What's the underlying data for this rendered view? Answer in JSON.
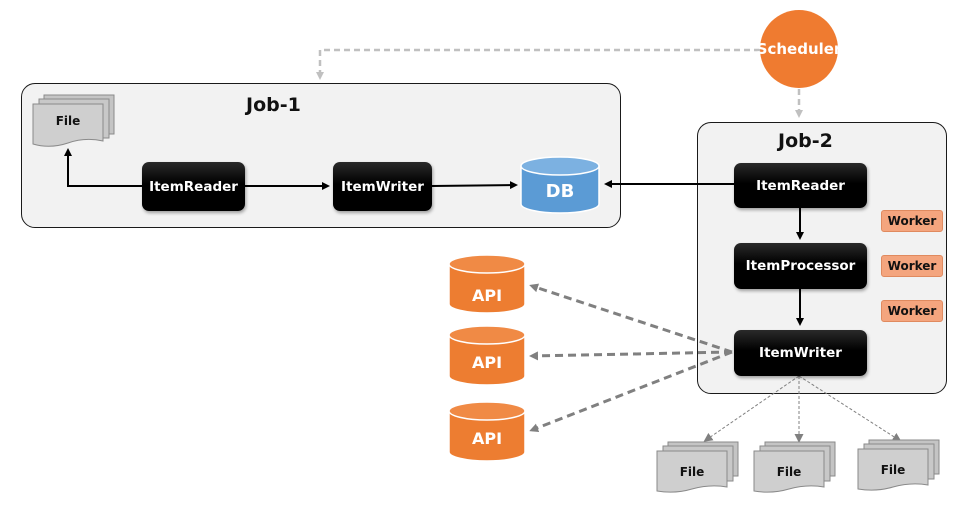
{
  "scheduler": {
    "label": "Scheduler",
    "color": "#ef7b30"
  },
  "job1": {
    "title": "Job-1",
    "file_label": "File",
    "item_reader": "ItemReader",
    "item_writer": "ItemWriter",
    "db_label": "DB",
    "db_color": "#5b9bd5"
  },
  "job2": {
    "title": "Job-2",
    "item_reader": "ItemReader",
    "item_processor": "ItemProcessor",
    "item_writer": "ItemWriter",
    "workers": [
      "Worker",
      "Worker",
      "Worker"
    ]
  },
  "apis": [
    "API",
    "API",
    "API"
  ],
  "api_color": "#ed7d31",
  "output_files": [
    "File",
    "File",
    "File"
  ]
}
